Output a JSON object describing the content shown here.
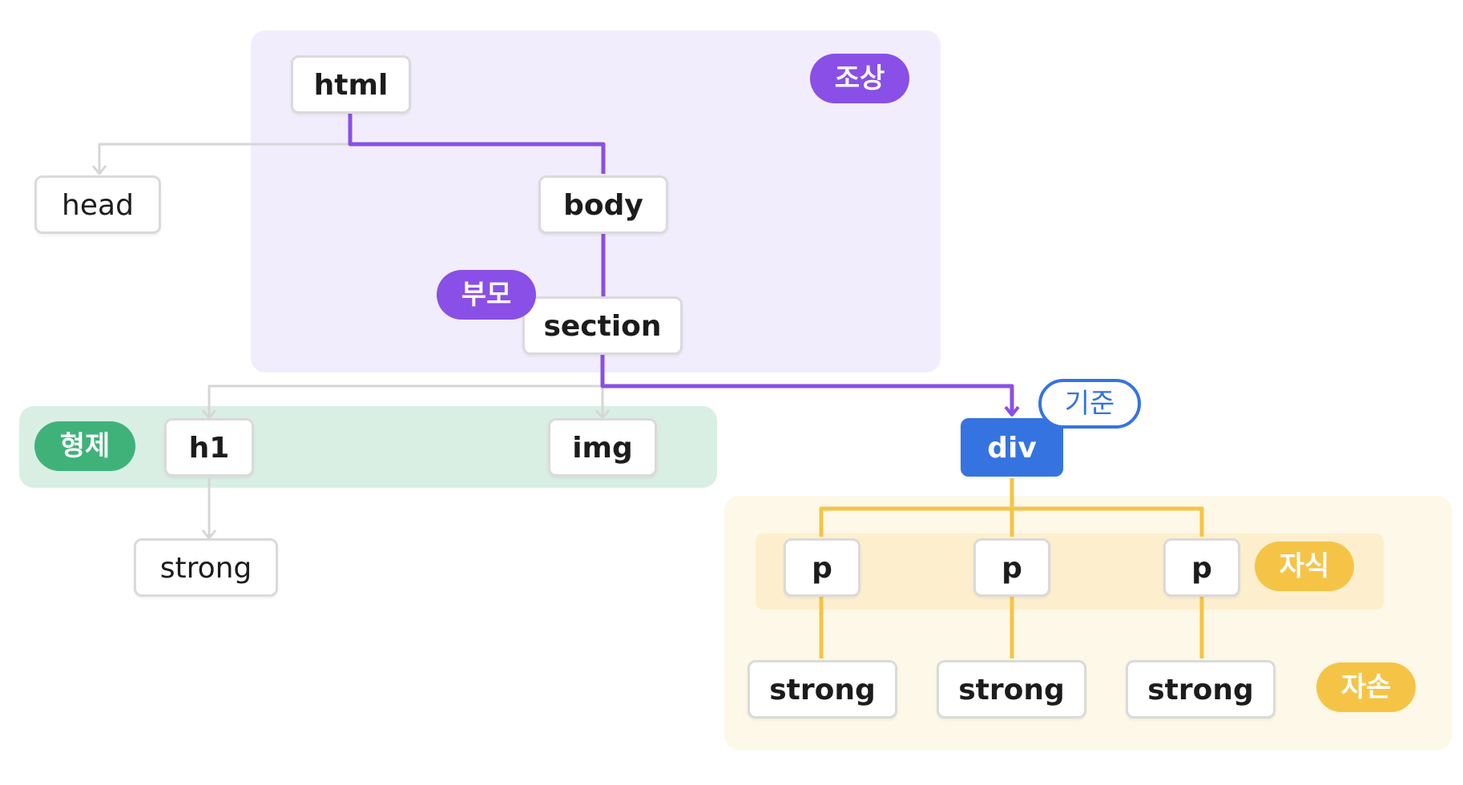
{
  "nodes": {
    "html": "html",
    "head": "head",
    "body": "body",
    "section": "section",
    "h1": "h1",
    "img": "img",
    "div": "div",
    "h1_strong": "strong",
    "p": [
      "p",
      "p",
      "p"
    ],
    "p_strong": [
      "strong",
      "strong",
      "strong"
    ]
  },
  "tags": {
    "ancestor": "조상",
    "parent": "부모",
    "sibling": "형제",
    "reference": "기준",
    "child": "자식",
    "descendant": "자손"
  },
  "colors": {
    "ancestor_path": "#8a4fe6",
    "descendant_path": "#f5c447",
    "other_path": "#d6d6d6",
    "reference_node": "#3574e0",
    "sibling_tag": "#3fb27a"
  }
}
